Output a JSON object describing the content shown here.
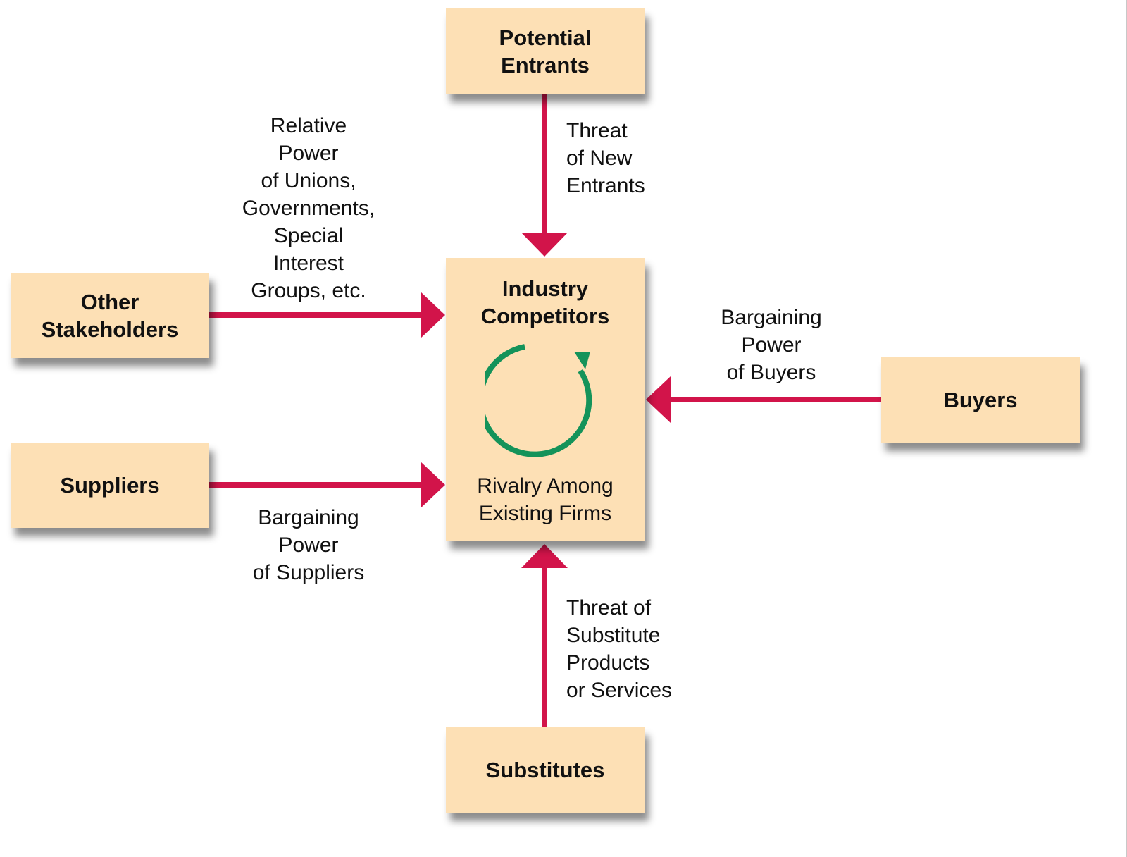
{
  "colors": {
    "box_fill": "#fde0b5",
    "arrow": "#d2144a",
    "cycle_arrow": "#14935a"
  },
  "nodes": {
    "potential_entrants": "Potential\nEntrants",
    "industry_competitors": "Industry\nCompetitors",
    "rivalry": "Rivalry Among\nExisting Firms",
    "other_stakeholders": "Other\nStakeholders",
    "suppliers": "Suppliers",
    "buyers": "Buyers",
    "substitutes": "Substitutes"
  },
  "edges": {
    "threat_new_entrants": "Threat\nof New\nEntrants",
    "relative_power": "Relative\nPower\nof Unions,\nGovernments,\nSpecial\nInterest\nGroups, etc.",
    "power_buyers": "Bargaining\nPower\nof Buyers",
    "power_suppliers": "Bargaining\nPower\nof Suppliers",
    "threat_substitutes": "Threat of\nSubstitute\nProducts\nor Services"
  },
  "icons": {
    "rivalry_cycle": "circular-arrow-icon"
  }
}
